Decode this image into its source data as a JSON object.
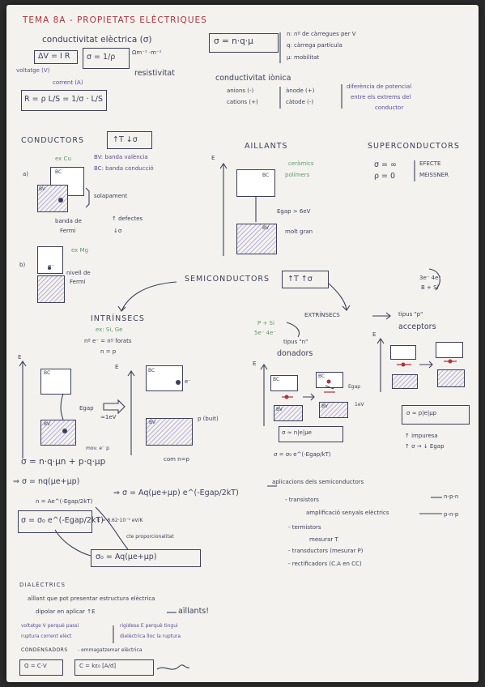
{
  "header": {
    "title": "TEMA 8A - PROPIETATS ELÈCTRIQUES"
  },
  "top": {
    "cond_title": "conductivitat elèctrica (σ)",
    "ohm_law": "ΔV = I R",
    "sigma_inv": "σ = 1/ρ",
    "ohm_unit": "Ωm⁻¹ ·m⁻¹",
    "voltage": "voltatge (V)",
    "corrent": "corrent (A)",
    "resistivitat": "resistivitat",
    "resist_formula": "R = ρ L/S = 1/σ · L/S",
    "sigma_main": "σ = n·q·μ",
    "n_def": "n: nº de càrregues per V",
    "q_def": "q: càrrega partícula",
    "mu_def": "μ: mobilitat",
    "ionica": "conductivitat iònica",
    "anions": "anions (-)",
    "cations": "cations (+)",
    "anode": "ànode (+)",
    "catode": "càtode (-)",
    "dif1": "diferència de potencial",
    "dif2": "entre els extrems del",
    "dif3": "conductor"
  },
  "conductors": {
    "title": "CONDUCTORS",
    "trend": "↑T ↓σ",
    "ex_cu": "ex Cu",
    "bv_def": "BV: banda valència",
    "bc_def": "BC: banda conducció",
    "a": "a)",
    "bc": "BC",
    "bv": "BV",
    "solapament": "solapament",
    "fermi1": "banda de",
    "fermi2": "Fermi",
    "defectes": "↑ defectes",
    "sigma_down": "↓σ",
    "b": "b)",
    "ex_mg": "ex Mg",
    "e": "e⁻",
    "nivell1": "nivell de",
    "nivell2": "Fermi"
  },
  "aillants": {
    "title": "AILLANTS",
    "axis_e": "E",
    "ceramics": "ceràmics",
    "polimers": "polímers",
    "bc": "BC",
    "bv": "BV",
    "egap": "Egap > 6eV",
    "moltgran": "molt gran"
  },
  "super": {
    "title": "SUPERCONDUCTORS",
    "s1": "σ = ∞",
    "s2": "ρ = 0",
    "efecte": "EFECTE",
    "meissner": "MEISSNER"
  },
  "semi": {
    "title": "SEMICONDUCTORS",
    "trend": "↑T ↑σ",
    "top_right1": "3e⁻ 4e⁻",
    "top_right2": "B + Si",
    "intrinsecs": "INTRÍNSECS",
    "ex_sige": "ex: Si, Ge",
    "ne_eq": "nº e⁻ = nº forats",
    "n_eq_p": "n = p",
    "extrinsecs": "EXTRÍNSECS",
    "tipus_p": "tipus \"p\"",
    "acceptors": "acceptors",
    "p_si": "P + Si",
    "five_four": "5e⁻ 4e⁻",
    "tipus_n": "tipus \"n\"",
    "donadors": "donadors",
    "axis_e": "E",
    "bc": "BC",
    "bv": "BV",
    "egap_left": "Egap",
    "egap_val": "≈1eV",
    "e": "e⁻",
    "p_buit": "p (buit)",
    "egap_n": "Egap",
    "onev": "1eV",
    "sigma_n": "σ ≈ n|e|μe",
    "sigma_p": "σ ≈ p|e|μp",
    "impuresa": "↑ impuresa",
    "sigma_up": "↑ σ → ↓ Egap",
    "sigma_t": "σ = σ₀ e^(-Egap/kT)"
  },
  "formulas": {
    "mov": "mov. e⁻  p",
    "f1": "σ = n·q·μn + p·q·μp",
    "com": "com n=p",
    "f2": "⇒ σ = nq(μe+μp)",
    "f3": "⇒ σ = Aq(μe+μp) e^(-Egap/2kT)",
    "f4": "n = Ae^(-Egap/2kT)",
    "f5": "σ = σ₀ e^(-Egap/2kT)",
    "kt": "k = 8.62·10⁻⁵ eV/K",
    "cte": "cte proporcionalitat",
    "f6": "σ₀ = Aq(μe+μp)"
  },
  "aplicacions": {
    "title": "aplicacions dels semiconductors",
    "a1": "- transistors",
    "a1b": "amplificació senyals elèctrics",
    "npn": "n-p-n",
    "pnp": "p-n-p",
    "a2": "- termistors",
    "a2b": "mesurar T",
    "a3": "- transductors (mesurar P)",
    "a4": "- rectificadors (C.A en CC)"
  },
  "dielectrics": {
    "title": "DIALÈCTRICS",
    "l1": "aïllant que pot presentar estructura elèctrica",
    "l2": "dipolar en aplicar ↑E",
    "aillants": "aïllants!",
    "v1": "voltatge V perquè passi",
    "v2": "ruptura corrent elèct",
    "r1": "rigidesa E perquè tingui",
    "r2": "dielèctrica lloc la ruptura",
    "cond": "CONDENSADORS",
    "cond2": "- emmagatzemar elèctrica",
    "q_cv": "Q = C·V",
    "c_formula": "C = kε₀ [A/d]"
  }
}
